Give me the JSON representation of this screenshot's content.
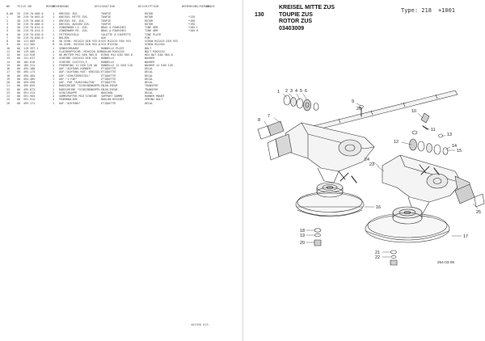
{
  "left_page": {
    "header": [
      "NR",
      "TEILE-NR",
      "MENGE",
      "BENENNUNG",
      "DESIGNATION",
      "DESCRIPTION",
      "BEMERKUNG/REMARQUE",
      "BE"
    ],
    "rows": [
      [
        "0,00",
        "35",
        "219.70.000.0",
        "1",
        "KREISEL ZUS.",
        "TOUPIE",
        "ROTOR",
        ""
      ],
      [
        "1",
        "30",
        "219.70.002.0",
        "1",
        "KREISEL MITTE ZUS.",
        "TOUPIE",
        "ROTOR",
        "*135"
      ],
      [
        "2",
        "30",
        "219.70.006.0",
        "1",
        "KREISEL RA. ZUS.",
        "TOUPIE",
        "ROTOR",
        "*160"
      ],
      [
        "3",
        "30",
        "219.70.008.0",
        "1",
        "KREISEL AUSSEN ZUS.",
        "TOUPIE",
        "ROTOR",
        "*195"
      ],
      [
        "4",
        "30",
        "219.70.012.0",
        "1",
        "ZINKENARM LI. ZUS.",
        "BRAS A FOURCHES",
        "TINE ARM",
        "*185 L"
      ],
      [
        "5",
        "30",
        "219.70.014.0",
        "1",
        "ZINKENARM RE. ZUS.",
        "BRAS A FOURCHES",
        "TINE ARM",
        "*185 R"
      ],
      [
        "6",
        "30",
        "219.70.020.0",
        "1",
        "FUTTERSCHILD",
        "CALOTTE A COUPETTE",
        "TINE PLATE",
        ""
      ],
      [
        "7",
        "30",
        "219.70.040.0",
        "1",
        "BOLZEN",
        "AXE",
        "PIN",
        ""
      ],
      [
        "8",
        "00",
        "111.085",
        "8",
        "SK-SCHR. M12X25 DIN 933-8.8",
        "VIS M12X25 DIN 933",
        "SCREW M12X25 DIN 933",
        ""
      ],
      [
        "9",
        "00",
        "111.385",
        "8",
        "SK-SCHR. M12X30 DIN 933-8.8",
        "VIS M12X30",
        "SCREW M12X30",
        ""
      ],
      [
        "10",
        "00",
        "119.397.1",
        "1",
        "SENKSCHRAUBE",
        "RONDELLE PLATE",
        "BOLT",
        ""
      ],
      [
        "11",
        "00",
        "119.486",
        "4",
        "FLACHKOPFSCHR. M16X220 DIN931",
        "BOULON M16X220",
        "BOLT M16X220",
        ""
      ],
      [
        "12",
        "00",
        "112.926",
        "1",
        "6K-MUTTER M12 DIN 985-8",
        "ECROU M12 DIN 985-8",
        "HEX NUT DIN 985-8",
        ""
      ],
      [
        "13",
        "00",
        "131.637",
        "8",
        "SCHEIBE 13X24X2 DIN 125",
        "RONDELLE",
        "WASHER",
        ""
      ],
      [
        "14",
        "00",
        "182.818",
        "2",
        "SCHEIBE 21X37X3,5",
        "RONDELLE",
        "WASHER",
        ""
      ],
      [
        "15",
        "00",
        "185.311",
        "4",
        "FEDERRING 12 DIN 128 A8",
        "RONDELLE 12 DIN 128",
        "WASHER 12 DIN 128",
        ""
      ],
      [
        "16",
        "00",
        "495.188",
        "1",
        "AUF.\"ACHTUNG KORNER\"",
        "ETIQUETTE",
        "DECAL",
        ""
      ],
      [
        "17",
        "00",
        "495.173",
        "1",
        "AUF.\"ACHTUNG ROT. KREISEL\"",
        "ETIQUETTE",
        "DECAL",
        ""
      ],
      [
        "18",
        "00",
        "495.484",
        "4",
        "AUF.\"SCHUTZKREISEL\"",
        "ETIQUETTE",
        "DECAL",
        ""
      ],
      [
        "19",
        "00",
        "495.485",
        "1",
        "AUF.\"1 FAR\"",
        "ETIQUETTE",
        "DECAL",
        ""
      ],
      [
        "20",
        "00",
        "495.490",
        "1",
        "AUF. FÜR \"AUSSCHALTEN\"",
        "ETIQUETTE",
        "DECAL",
        ""
      ],
      [
        "21",
        "00",
        "495.853",
        "1",
        "RADSCHEIBE \"SCHEIBENKUPPL.60\"",
        "ENJOLIVEUR",
        "TRANSFER",
        ""
      ],
      [
        "22",
        "00",
        "495.873",
        "1",
        "RADSCHEIBE \"SCHEIBENKUPPL.17\"",
        "ENJOLIVEUR",
        "TRANSFER",
        ""
      ],
      [
        "23",
        "00",
        "591.413",
        "2",
        "SCHUTZKAPPE",
        "BOUCHON",
        "DECAL",
        ""
      ],
      [
        "24",
        "00",
        "591.904",
        "4",
        "GUMMIPUFFER M10 SCHEIBE",
        "SUPPORT GOMME",
        "RUBBER MOUNT",
        ""
      ],
      [
        "25",
        "00",
        "591.914",
        "4",
        "FEDERBOLZEN",
        "BOULON RESSORT",
        "SPRING BOLT",
        ""
      ],
      [
        "26",
        "00",
        "495.171",
        "1",
        "AUF.\"ACHTUNG\"",
        "ETIQUETTE",
        "DECAL",
        ""
      ]
    ],
    "footer_code": "401990 019"
  },
  "right_page": {
    "group_no": "130",
    "title_de": "KREISEL MITTE ZUS",
    "title_fr": "TOUPIE ZUS",
    "title_en": "ROTOR ZUS",
    "part_no": "03403009",
    "type_label": "Type: 218",
    "type_value": "+1001",
    "drawing_code": "254-03-09",
    "callouts": [
      "1",
      "2",
      "3",
      "4",
      "5",
      "6",
      "7",
      "8",
      "9",
      "10",
      "11",
      "12",
      "13",
      "14",
      "15",
      "16",
      "17",
      "18",
      "19",
      "20",
      "21",
      "22",
      "23",
      "24",
      "25",
      "26"
    ]
  },
  "colors": {
    "line": "#333333",
    "paper": "#ffffff",
    "shading": "#dddddd"
  }
}
